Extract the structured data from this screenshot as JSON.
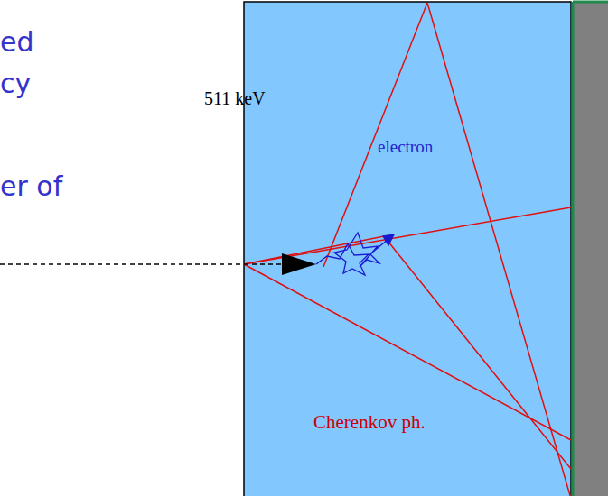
{
  "diagram": {
    "labels": [
      "ed",
      "cy",
      "er of",
      "511 keV",
      "electron",
      "Cherenkov ph."
    ]
  }
}
